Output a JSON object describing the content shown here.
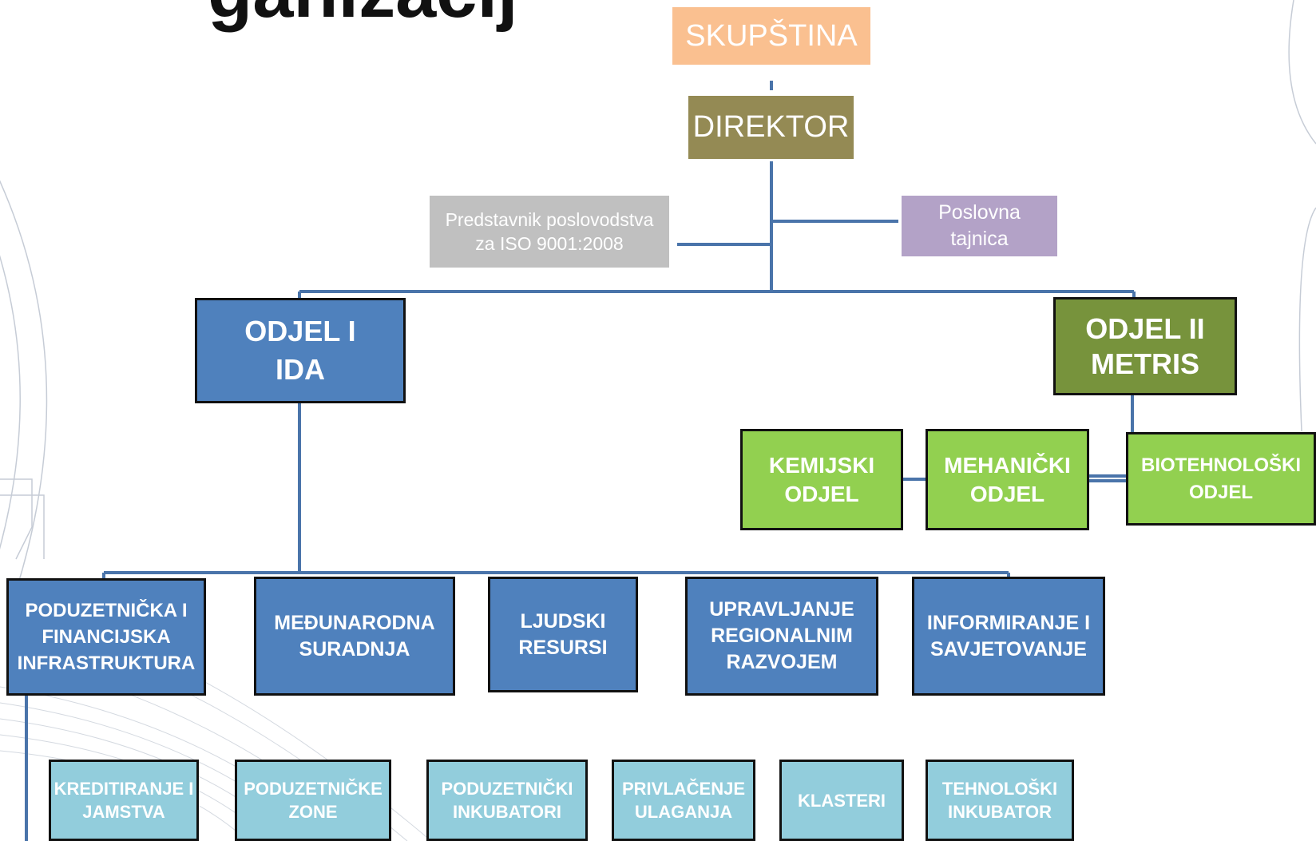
{
  "header": {
    "title_fragment": "ganizacij"
  },
  "top": {
    "assembly": "SKUPŠTINA",
    "director": "DIREKTOR",
    "iso_rep": "Predstavnik poslovodstva\nza ISO 9001:2008",
    "secretary": "Poslovna\ntajnica"
  },
  "departments": {
    "ida": "ODJEL I\nIDA",
    "metris": "ODJEL II\nMETRIS"
  },
  "metris_units": [
    "KEMIJSKI\nODJEL",
    "MEHANIČKI\nODJEL",
    "BIOTEHNOLOŠKI\nODJEL"
  ],
  "ida_units": [
    "PODUZETNIČKA I\nFINANCIJSKA\nINFRASTRUKTURA",
    "MEĐUNARODNA\nSURADNJA",
    "LJUDSKI\nRESURSI",
    "UPRAVLJANJE\nREGIONALNIM\nRAZVOJEM",
    "INFORMIRANJE I\nSAVJETOVANJE"
  ],
  "infra_units": [
    "KREDITIRANJE I\nJAMSTVA",
    "PODUZETNIČKE\nZONE",
    "PODUZETNIČKI\nINKUBATORI",
    "PRIVLAČENJE\nULAGANJA",
    "KLASTERI",
    "TEHNOLOŠKI\nINKUBATOR"
  ],
  "colors": {
    "assembly": "#fac090",
    "director": "#948a54",
    "iso_rep": "#c0c0c0",
    "secretary": "#b3a2c7",
    "connector": "#4a74aa"
  }
}
